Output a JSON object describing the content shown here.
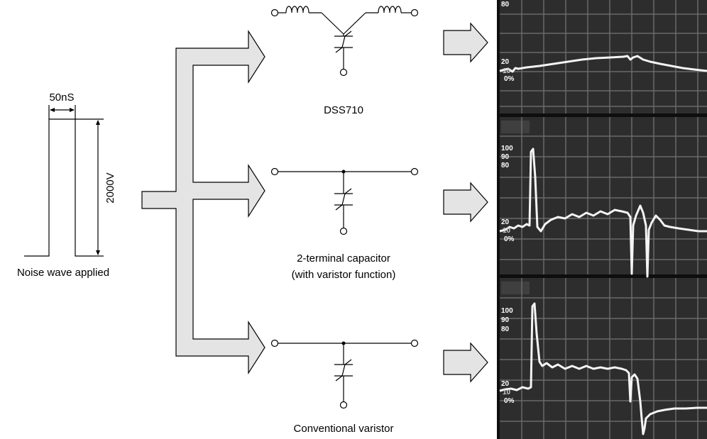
{
  "noise": {
    "width_label": "50nS",
    "voltage_label": "2000V",
    "caption": "Noise wave applied"
  },
  "circuits": [
    {
      "caption_lines": [
        "DSS710"
      ]
    },
    {
      "caption_lines": [
        "2-terminal capacitor",
        "(with varistor function)"
      ]
    },
    {
      "caption_lines": [
        "Conventional varistor"
      ]
    }
  ],
  "scopes": [
    {
      "scale_labels": [
        "80",
        "20",
        "10",
        "0%"
      ]
    },
    {
      "scale_labels": [
        "100",
        "90",
        "80",
        "20",
        "10",
        "0%"
      ]
    },
    {
      "scale_labels": [
        "100",
        "90",
        "80",
        "20",
        "10",
        "0%"
      ]
    }
  ],
  "colors": {
    "arrow_fill": "#e4e4e4",
    "scope_bg": "#2d2d2d",
    "trace": "#f4f4f4"
  }
}
